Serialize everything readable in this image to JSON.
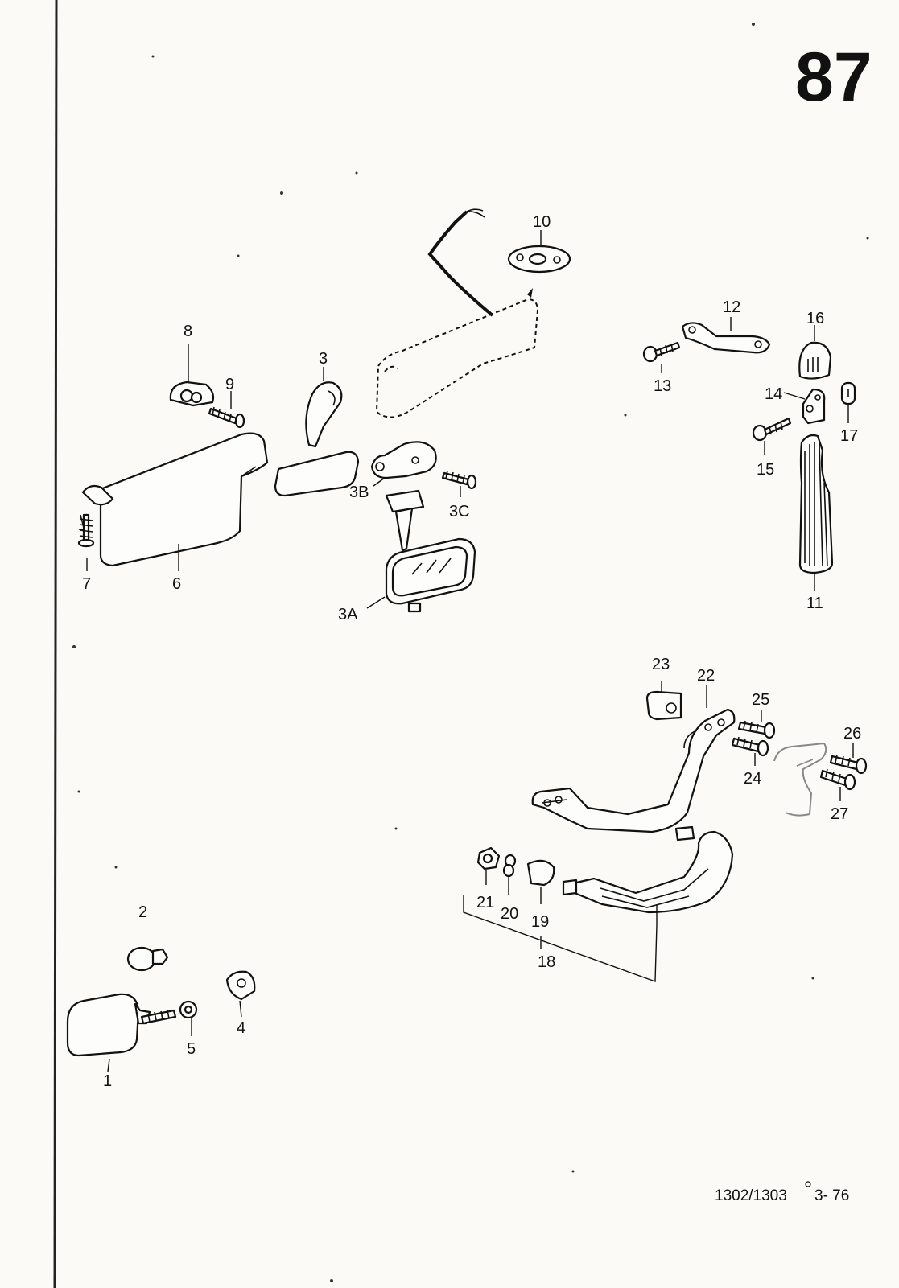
{
  "page_number": "87",
  "footer": {
    "model": "1302/1303",
    "date": "3- 76"
  },
  "callouts": {
    "c1": "1",
    "c2": "2",
    "c3": "3",
    "c3A": "3A",
    "c3B": "3B",
    "c3C": "3C",
    "c4": "4",
    "c5": "5",
    "c6": "6",
    "c7": "7",
    "c8": "8",
    "c9": "9",
    "c10": "10",
    "c11": "11",
    "c12": "12",
    "c13": "13",
    "c14": "14",
    "c15": "15",
    "c16": "16",
    "c17": "17",
    "c18": "18",
    "c19": "19",
    "c20": "20",
    "c21": "21",
    "c22": "22",
    "c23": "23",
    "c24": "24",
    "c25": "25",
    "c26": "26",
    "c27": "27"
  },
  "colors": {
    "ink": "#111111",
    "paper": "#fbfaf6"
  }
}
